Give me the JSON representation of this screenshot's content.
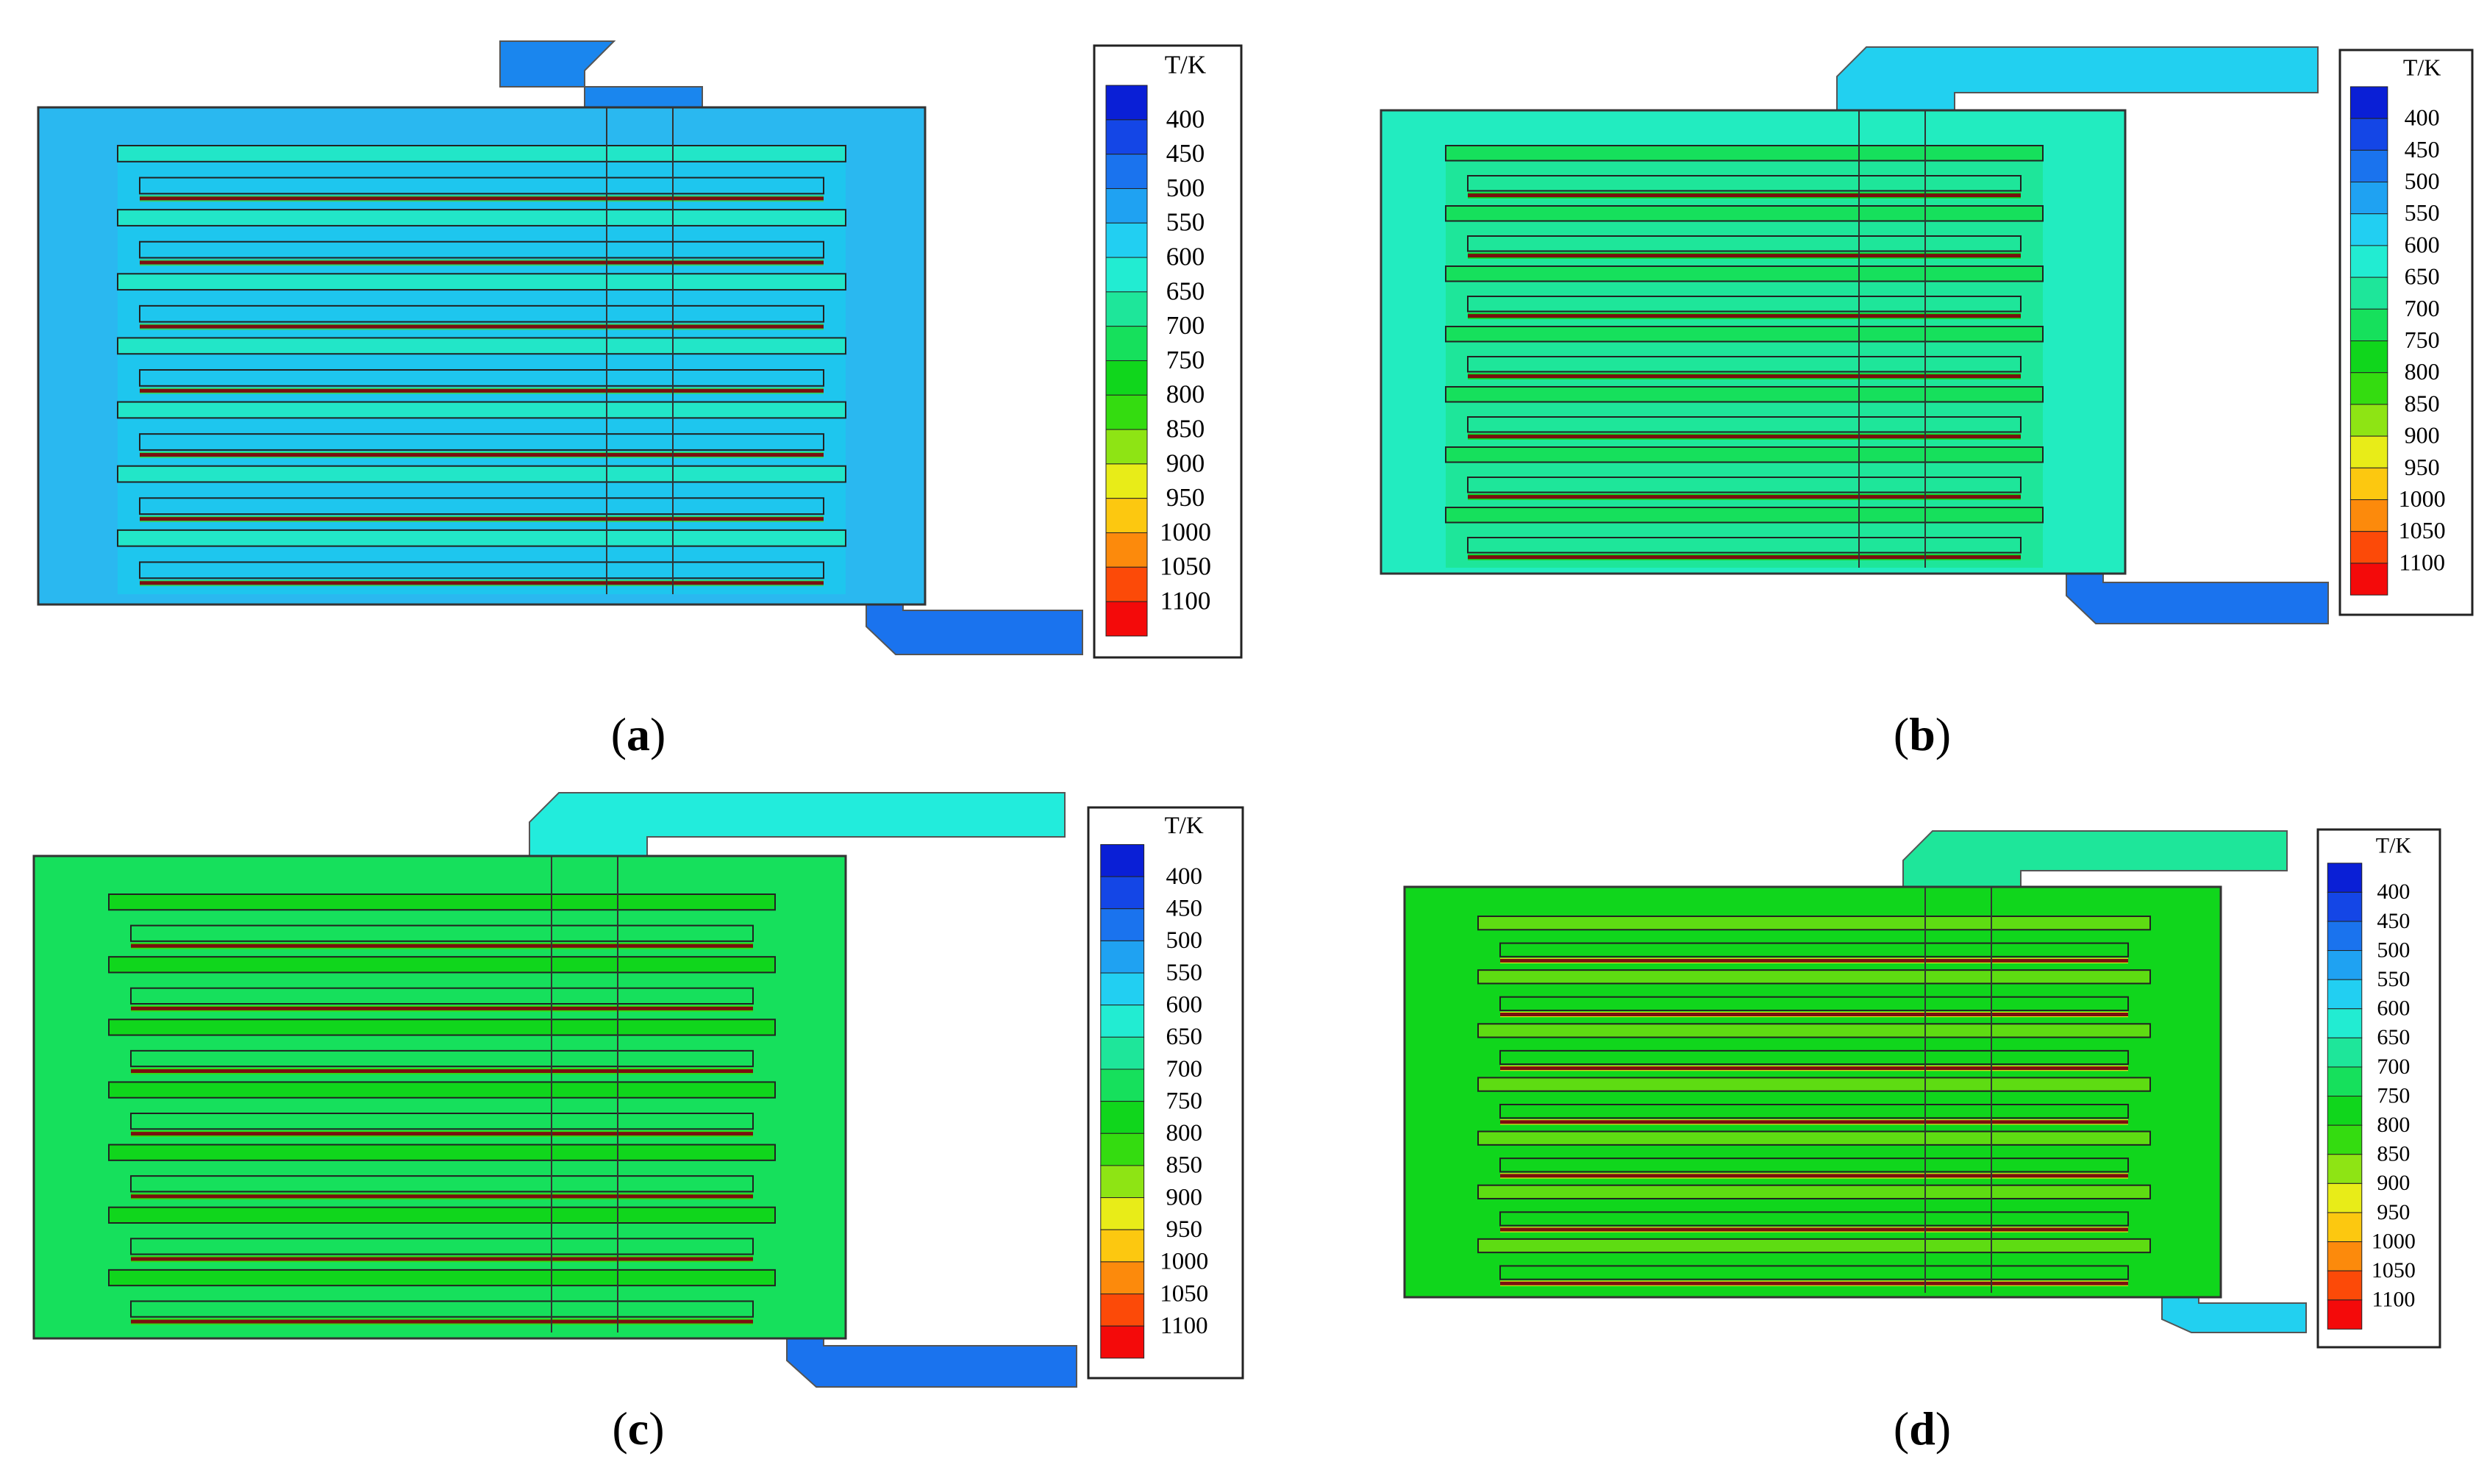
{
  "figure": {
    "colorbar": {
      "title": "T/K",
      "ticks": [
        "400",
        "450",
        "500",
        "550",
        "600",
        "650",
        "700",
        "750",
        "800",
        "850",
        "900",
        "950",
        "1000",
        "1050",
        "1100"
      ],
      "colors": [
        "#0a1fd6",
        "#1446e6",
        "#1a73ee",
        "#1fa2f2",
        "#22cff2",
        "#22ecd2",
        "#1ee69a",
        "#16e05c",
        "#10d61c",
        "#34dc10",
        "#8ee414",
        "#e8ec18",
        "#fcc810",
        "#fc8a0c",
        "#fc4a08",
        "#f40a0a"
      ]
    },
    "panels": [
      {
        "id": "a",
        "caption": "a",
        "shell_color": "#2ab8f0",
        "inlet_color": "#1a86ee",
        "outlet_color": "#1a73ee",
        "core_color": "#1ec6ee",
        "channel_color": "#22e6c8",
        "hot_color": "#2ed66a"
      },
      {
        "id": "b",
        "caption": "b",
        "shell_color": "#22ecc0",
        "inlet_color": "#22d0f0",
        "outlet_color": "#1a73ee",
        "core_color": "#1ee69a",
        "channel_color": "#16e05c",
        "hot_color": "#10d61c"
      },
      {
        "id": "c",
        "caption": "c",
        "shell_color": "#16e05c",
        "inlet_color": "#22ecdc",
        "outlet_color": "#1a73ee",
        "core_color": "#16e05c",
        "channel_color": "#10d61c",
        "hot_color": "#34dc10"
      },
      {
        "id": "d",
        "caption": "d",
        "shell_color": "#10d61c",
        "inlet_color": "#1ee69a",
        "outlet_color": "#22d0f0",
        "core_color": "#10d61c",
        "channel_color": "#5edc12",
        "hot_color": "#e8ec18"
      }
    ]
  }
}
